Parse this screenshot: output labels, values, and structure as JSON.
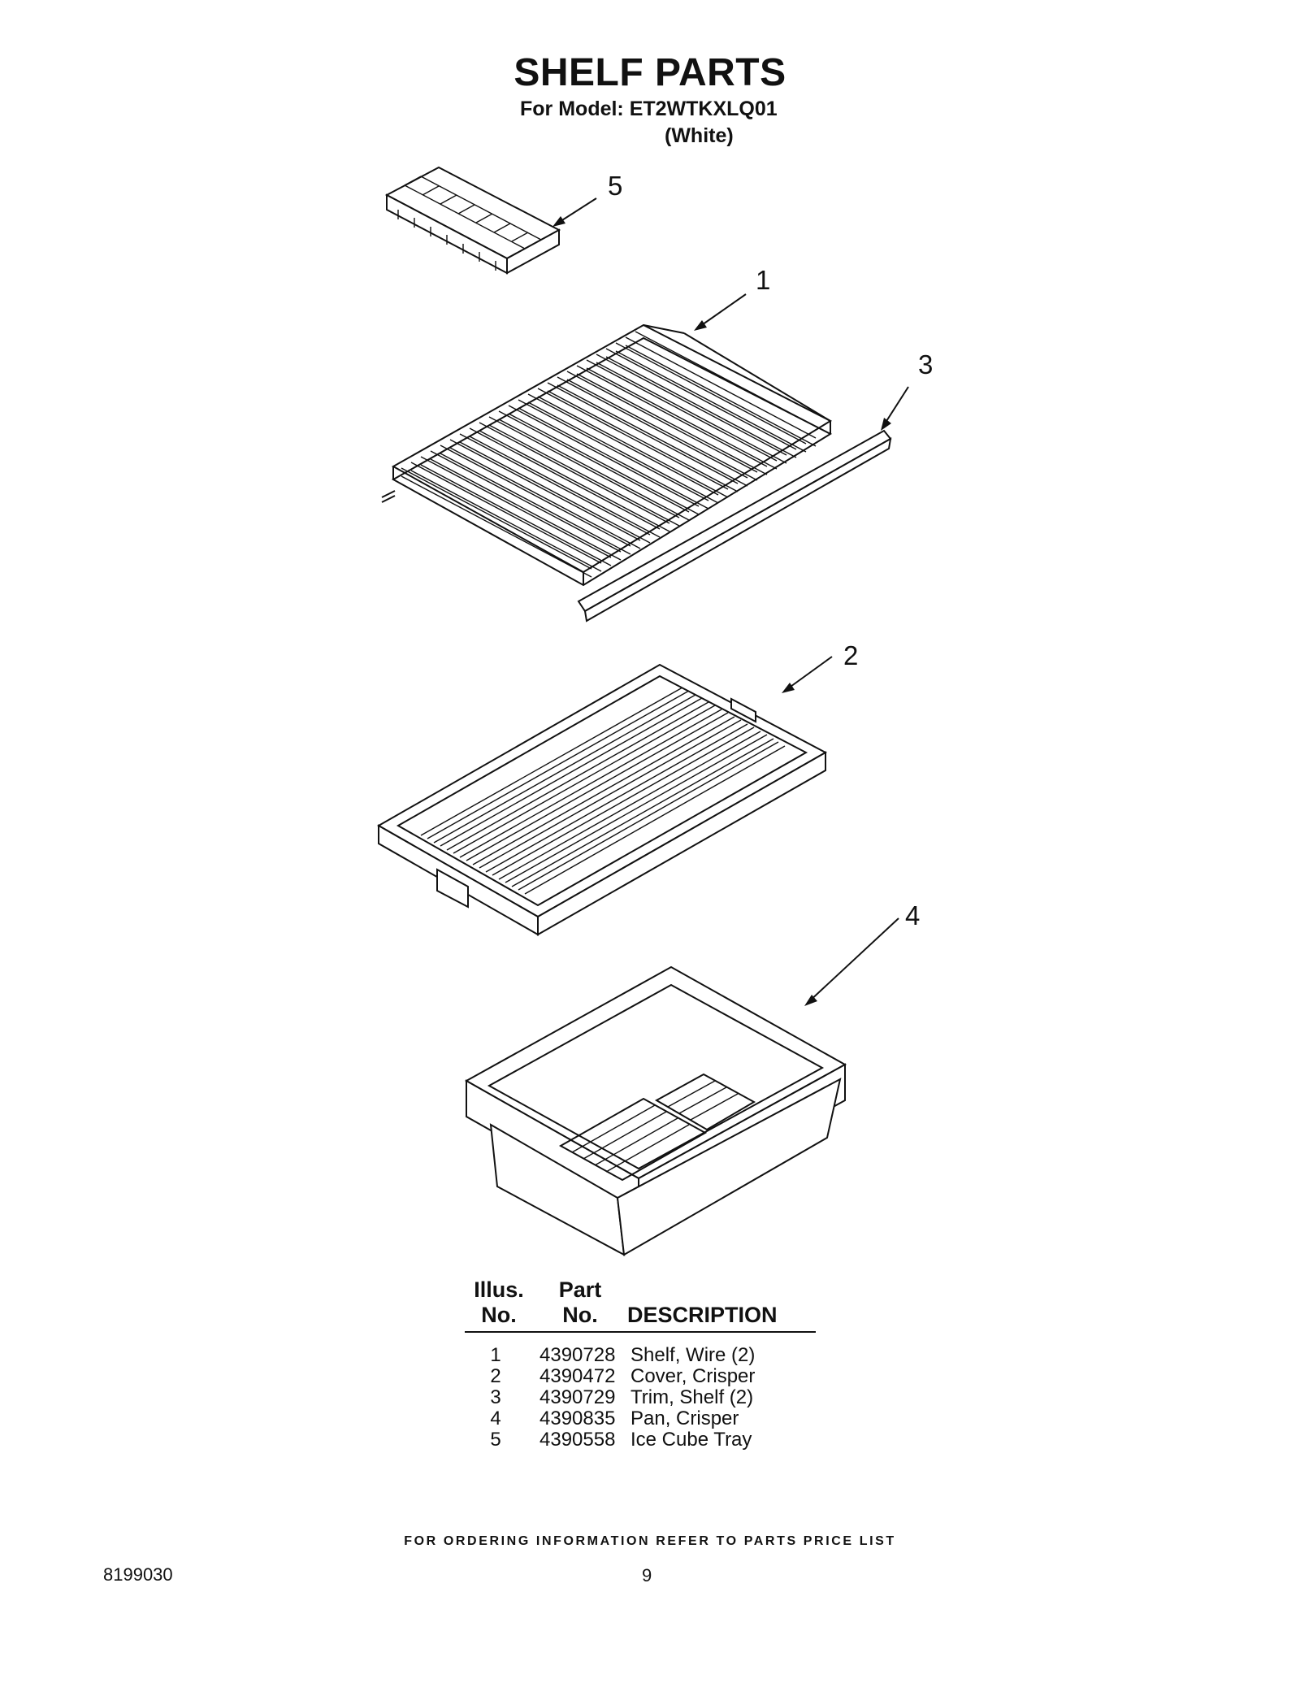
{
  "header": {
    "title": "SHELF PARTS",
    "model_line": "For Model: ET2WTKXLQ01",
    "color_line": "(White)"
  },
  "callouts": [
    "5",
    "1",
    "3",
    "2",
    "4"
  ],
  "parts_table": {
    "headers": {
      "illus": "Illus. No.",
      "illus_1": "Illus.",
      "illus_2": "No.",
      "part_1": "Part",
      "part_2": "No.",
      "description": "DESCRIPTION"
    },
    "rows": [
      {
        "illus_no": "1",
        "part_no": "4390728",
        "description": "Shelf, Wire (2)"
      },
      {
        "illus_no": "2",
        "part_no": "4390472",
        "description": "Cover, Crisper"
      },
      {
        "illus_no": "3",
        "part_no": "4390729",
        "description": "Trim, Shelf (2)"
      },
      {
        "illus_no": "4",
        "part_no": "4390835",
        "description": "Pan, Crisper"
      },
      {
        "illus_no": "5",
        "part_no": "4390558",
        "description": "Ice Cube Tray"
      }
    ]
  },
  "footer": {
    "ordering_note": "FOR ORDERING INFORMATION REFER TO PARTS PRICE LIST",
    "document_number": "8199030",
    "page_number": "9"
  }
}
